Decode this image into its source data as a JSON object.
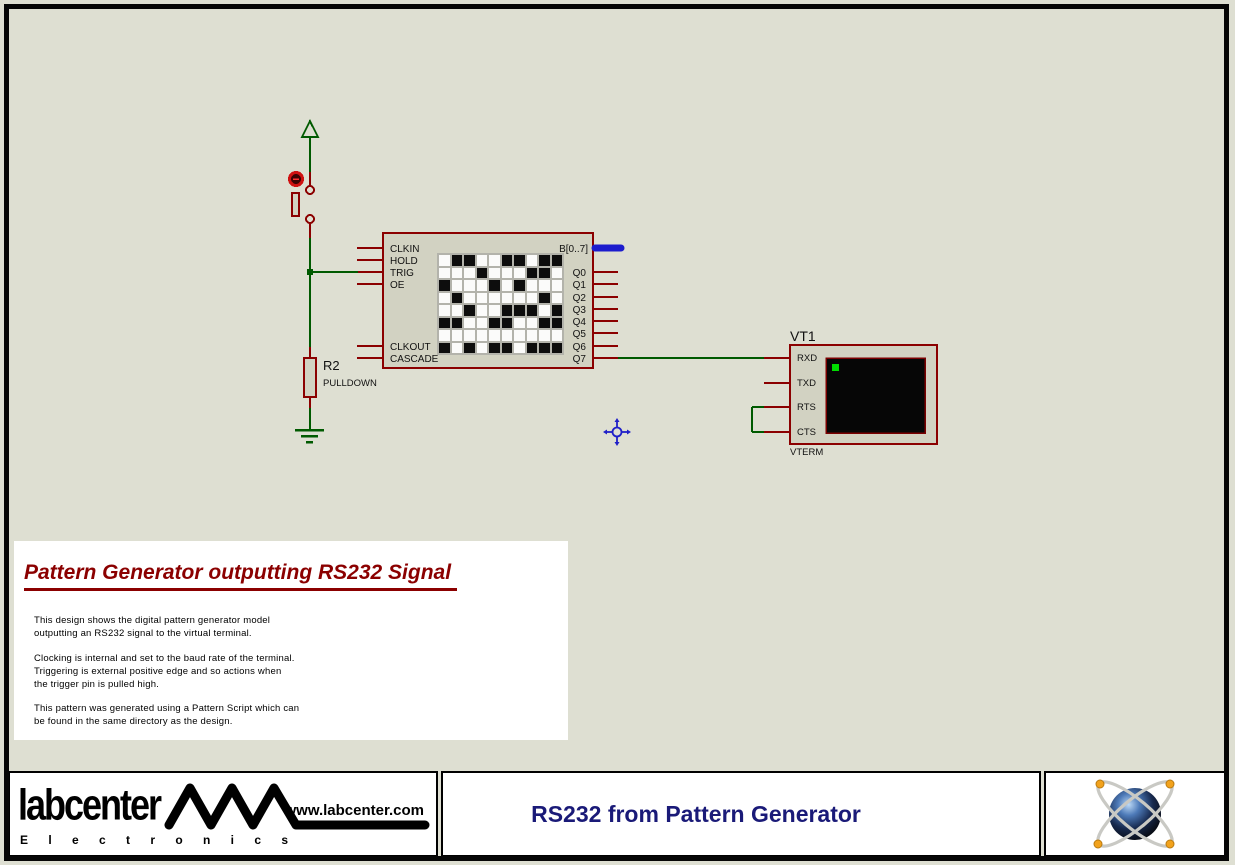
{
  "schematic": {
    "pattern_generator": {
      "pins_left": [
        "CLKIN",
        "HOLD",
        "TRIG",
        "OE",
        "CLKOUT",
        "CASCADE"
      ],
      "bus_label": "B[0..7]",
      "pins_right": [
        "Q0",
        "Q1",
        "Q2",
        "Q3",
        "Q4",
        "Q5",
        "Q6",
        "Q7"
      ],
      "grid_rows": [
        "0110011011",
        "0001000110",
        "1000101000",
        "0100000010",
        "0010011101",
        "1100110011",
        "0000000000",
        "1010110111"
      ]
    },
    "resistor": {
      "ref": "R2",
      "value": "PULLDOWN"
    },
    "terminal": {
      "ref": "VT1",
      "type": "VTERM",
      "pins": [
        "RXD",
        "TXD",
        "RTS",
        "CTS"
      ]
    }
  },
  "note": {
    "title": "Pattern Generator outputting RS232 Signal",
    "paragraphs": [
      "This design shows the digital pattern generator model\noutputting an RS232 signal to the virtual terminal.",
      "Clocking is internal and set to the baud rate of the terminal.\nTriggering is external positive edge and so actions when\nthe trigger pin is pulled high.",
      "This pattern was generated using a Pattern Script which can\nbe found in the same directory as the design."
    ]
  },
  "footer": {
    "brand": "labcenter",
    "brand_sub": "E l e c t r o n i c s",
    "website": "www.labcenter.com",
    "title": "RS232 from Pattern Generator"
  },
  "colors": {
    "canvas": "#dedfd2",
    "component_outline": "#8b0000",
    "component_fill": "#d2d2c2",
    "wire_green": "#005a00",
    "bus_blue": "#1c1ccd",
    "terminal_cursor_green": "#00dc00",
    "note_title_red": "#8b0000",
    "sheet_title_navy": "#1a1a78"
  }
}
